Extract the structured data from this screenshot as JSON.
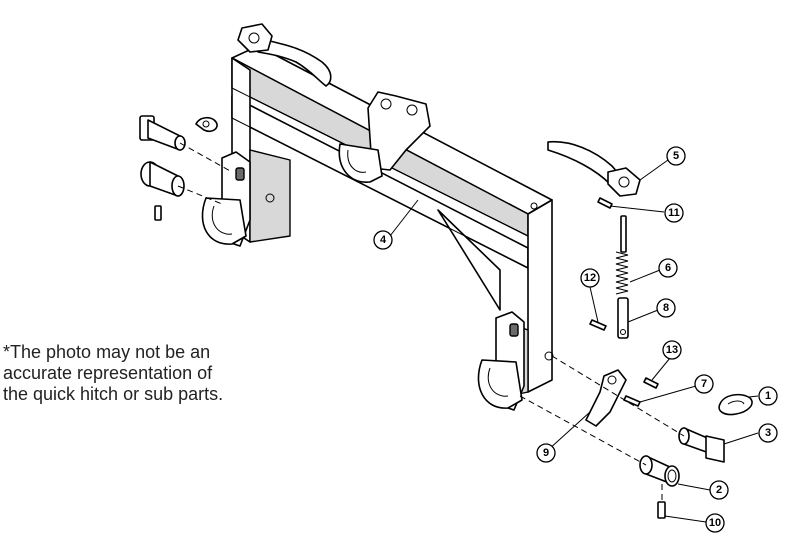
{
  "note": {
    "lines": [
      "*The photo may not be an",
      "accurate representation of",
      "the quick hitch or sub parts."
    ]
  },
  "callouts": [
    "1",
    "2",
    "3",
    "4",
    "5",
    "6",
    "7",
    "8",
    "9",
    "10",
    "11",
    "12",
    "13"
  ]
}
